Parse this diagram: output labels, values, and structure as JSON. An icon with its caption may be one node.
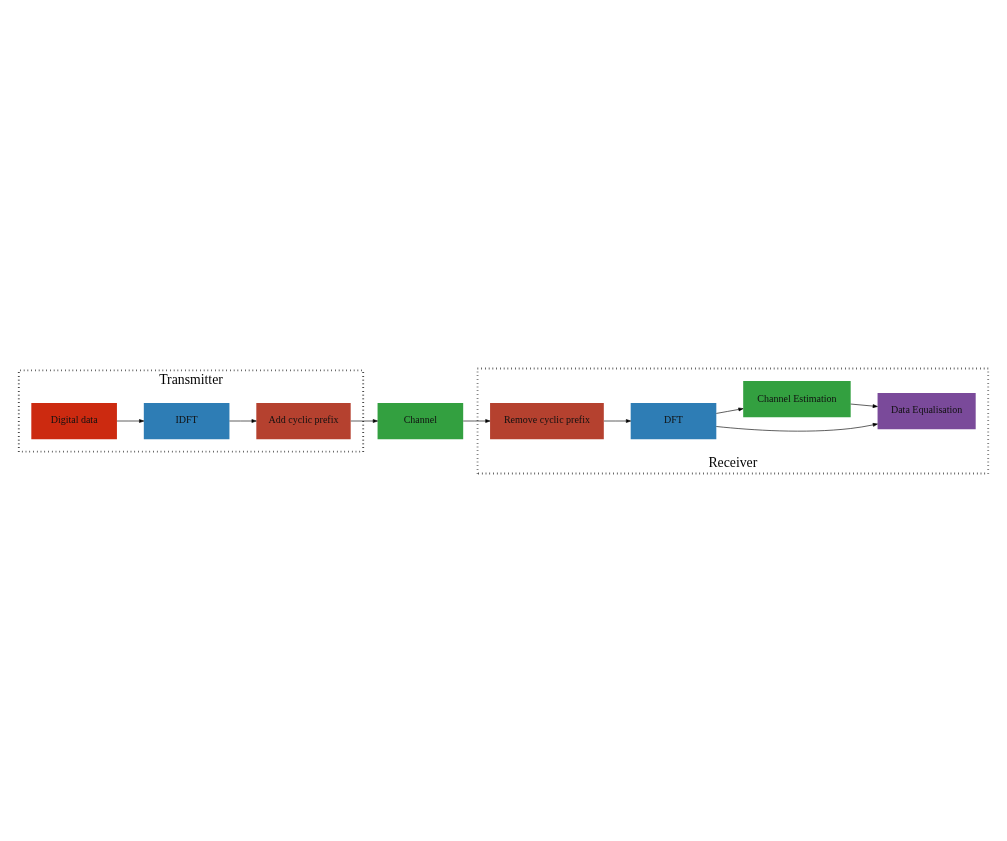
{
  "diagram": {
    "nodes": [
      {
        "text": [
          "Transmitter"
        ]
      },
      {
        "text": [
          "Digital data"
        ],
        "in": 0
      },
      {
        "text": [
          "IDFT"
        ],
        "in": 0
      },
      {
        "text": [
          "Add cyclic prefix"
        ],
        "in": 0
      },
      {
        "text": [
          "Channel"
        ]
      },
      {
        "text": [
          "Receiver"
        ]
      },
      {
        "text": [
          "Data Equalisation"
        ],
        "in": 5
      },
      {
        "text": [
          "DFT"
        ],
        "in": 5
      },
      {
        "text": [
          "Remove cyclic prefix"
        ],
        "in": 5
      },
      {
        "text": [
          "Channel Estimation"
        ],
        "in": 5
      }
    ],
    "edges": [
      {
        "from": 1,
        "to": 2,
        "arrow": "to"
      },
      {
        "from": 2,
        "to": 3,
        "arrow": "to"
      },
      {
        "from": 3,
        "to": 4,
        "arrow": "to"
      },
      {
        "from": 4,
        "to": 8,
        "arrow": "to"
      },
      {
        "from": 8,
        "to": 7,
        "arrow": "to"
      },
      {
        "from": 7,
        "to": 6,
        "arrow": "to"
      },
      {
        "from": 7,
        "to": 9,
        "arrow": "to"
      },
      {
        "from": 9,
        "to": 6,
        "arrow": "to"
      }
    ]
  }
}
